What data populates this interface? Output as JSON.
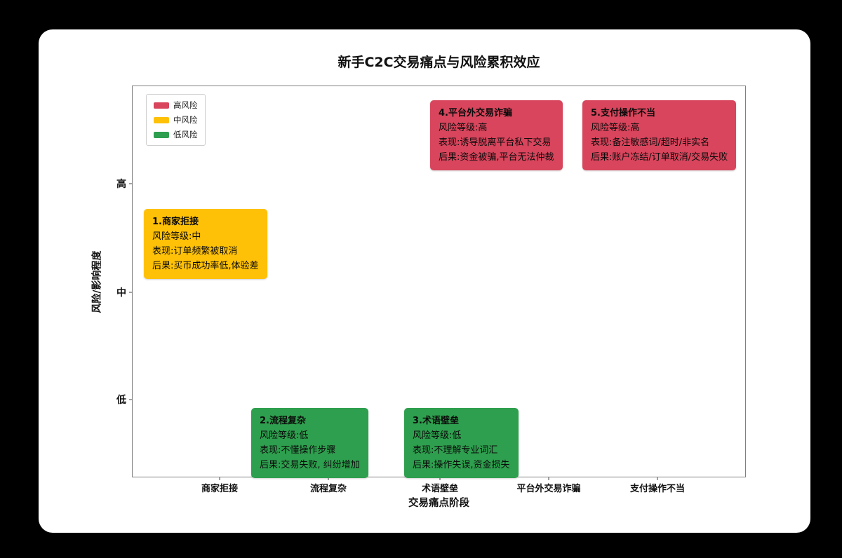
{
  "page": {
    "background_color": "#000000",
    "card_color": "#ffffff"
  },
  "chart_data": {
    "type": "line",
    "title": "新手C2C交易痛点与风险累积效应",
    "xlabel": "交易痛点阶段",
    "ylabel": "风险/影响程度",
    "categories": [
      "商家拒接",
      "流程复杂",
      "术语壁垒",
      "平台外交易诈骗",
      "支付操作不当"
    ],
    "y_tick_labels": [
      "低",
      "中",
      "高"
    ],
    "grid": true,
    "legend_position": "upper-left",
    "line_color": "#1E78E8",
    "connector_color": "#888888",
    "legend": [
      {
        "label": "高风险",
        "color": "#D8455C"
      },
      {
        "label": "中风险",
        "color": "#FFC107"
      },
      {
        "label": "低风险",
        "color": "#2E9F4E"
      }
    ],
    "series": [
      {
        "name": "风险/影响程度",
        "levels": [
          "中",
          "低",
          "低",
          "高",
          "高"
        ],
        "numeric": [
          2,
          1,
          1,
          3,
          3
        ]
      }
    ],
    "points": [
      {
        "category": "商家拒接",
        "level": "中",
        "color": "#FFC107"
      },
      {
        "category": "流程复杂",
        "level": "低",
        "color": "#2E9F4E"
      },
      {
        "category": "术语壁垒",
        "level": "低",
        "color": "#2E9F4E"
      },
      {
        "category": "平台外交易诈骗",
        "level": "高",
        "color": "#D8455C"
      },
      {
        "category": "支付操作不当",
        "level": "高",
        "color": "#D8455C"
      }
    ],
    "annotations": [
      {
        "title": "1.商家拒接",
        "lines": [
          "风险等级:中",
          "表现:订单频繁被取消",
          "后果:买币成功率低,体验差"
        ],
        "color": "#FFC107"
      },
      {
        "title": "2.流程复杂",
        "lines": [
          "风险等级:低",
          "表现:不懂操作步骤",
          "后果:交易失败, 纠纷增加"
        ],
        "color": "#2E9F4E"
      },
      {
        "title": "3.术语壁垒",
        "lines": [
          "风险等级:低",
          "表现:不理解专业词汇",
          "后果:操作失误,资金损失"
        ],
        "color": "#2E9F4E"
      },
      {
        "title": "4.平台外交易诈骗",
        "lines": [
          "风险等级:高",
          "表现:诱导脱离平台私下交易",
          "后果:资金被骗,平台无法仲裁"
        ],
        "color": "#D8455C"
      },
      {
        "title": "5.支付操作不当",
        "lines": [
          "风险等级:高",
          "表现:备注敏感词/超时/非实名",
          "后果:账户冻结/订单取消/交易失败"
        ],
        "color": "#D8455C"
      }
    ]
  }
}
